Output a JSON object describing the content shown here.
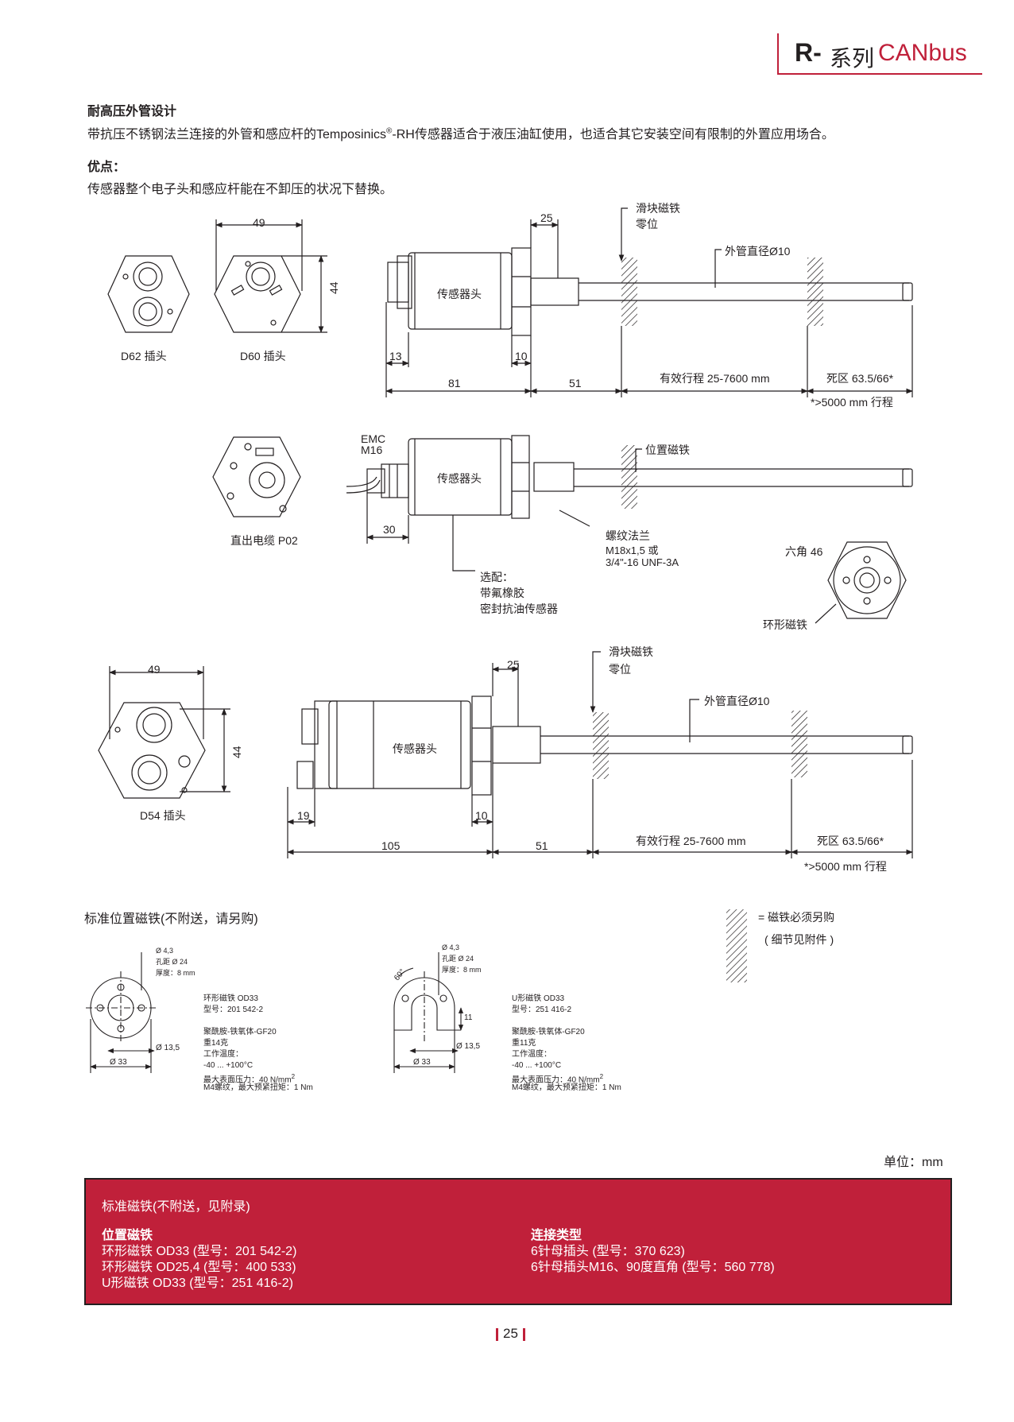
{
  "header": {
    "r": "R-",
    "series": "系列",
    "canbus": "CANbus"
  },
  "section1": {
    "title": "耐高压外管设计",
    "desc_pre": "带抗压不锈钢法兰连接的外管和感应杆的Temposinics",
    "desc_sup": "®",
    "desc_post": "-RH传感器适合于液压油缸使用，也适合其它安装空间有限制的外置应用场合。"
  },
  "section2": {
    "title": "优点：",
    "desc": "传感器整个电子头和感应杆能在不卸压的状况下替换。"
  },
  "drawing1": {
    "dim_49": "49",
    "dim_44": "44",
    "d62": "D62 插头",
    "d60": "D60 插头",
    "dim_25": "25",
    "slider": "滑块磁铁",
    "zero": "零位",
    "head": "传感器头",
    "tube": "外管直径Ø10",
    "dim_13": "13",
    "dim_10": "10",
    "dim_81": "81",
    "dim_51": "51",
    "stroke": "有效行程 25-7600 mm",
    "dead": "死区 63.5/66*",
    "note": "*>5000 mm 行程"
  },
  "drawing2": {
    "emc": "EMC",
    "m16": "M16",
    "head": "传感器头",
    "pos_magnet": "位置磁铁",
    "dim_30": "30",
    "cable": "直出电缆 P02",
    "flange1": "螺纹法兰",
    "flange2": "M18x1,5 或",
    "flange3": "3/4\"-16 UNF-3A",
    "opt1": "选配：",
    "opt2": "带氟橡胶",
    "opt3": "密封抗油传感器",
    "hex": "六角 46",
    "ring": "环形磁铁"
  },
  "drawing3": {
    "dim_49": "49",
    "dim_44": "44",
    "d54": "D54 插头",
    "dim_25": "25",
    "slider": "滑块磁铁",
    "zero": "零位",
    "tube": "外管直径Ø10",
    "head": "传感器头",
    "dim_19": "19",
    "dim_10": "10",
    "dim_105": "105",
    "dim_51": "51",
    "stroke": "有效行程 25-7600 mm",
    "dead": "死区 63.5/66*",
    "note": "*>5000 mm 行程"
  },
  "std_magnets": {
    "title": "标准位置磁铁(不附送，请另购)",
    "legend1": "= 磁铁必须另购",
    "legend2": "( 细节见附件 )",
    "ring": {
      "d43": "Ø 4,3",
      "pitch": "孔距 Ø 24",
      "thick": "厚度：8 mm",
      "d135": "Ø 13,5",
      "d33": "Ø 33",
      "l1": "环形磁铁 OD33",
      "l2": "型号：201 542-2",
      "l3": "聚酰胺-铁氧体-GF20",
      "l4": "重14克",
      "l5": "工作温度：",
      "l6": "-40 ... +100°C",
      "l7": "最大表面压力：40 N/mm",
      "l7sup": "2",
      "l8": "M4螺纹，最大预紧扭矩：1 Nm"
    },
    "u": {
      "d43": "Ø 4,3",
      "pitch": "孔距 Ø 24",
      "thick": "厚度：8 mm",
      "angle": "60°",
      "d11": "11",
      "d135": "Ø 13,5",
      "d33": "Ø 33",
      "l1": "U形磁铁 OD33",
      "l2": "型号：251 416-2",
      "l3": "聚酰胺-铁氧体-GF20",
      "l4": "重11克",
      "l5": "工作温度：",
      "l6": "-40 ... +100°C",
      "l7": "最大表面压力：40 N/mm",
      "l7sup": "2",
      "l8": "M4螺纹，最大预紧扭矩：1 Nm"
    }
  },
  "unit": "单位：mm",
  "redbox": {
    "title": "标准磁铁(不附送，见附录)",
    "left_title": "位置磁铁",
    "left": [
      "环形磁铁 OD33 (型号：201 542-2)",
      "环形磁铁 OD25,4 (型号：400 533)",
      "U形磁铁 OD33 (型号：251 416-2)"
    ],
    "right_title": "连接类型",
    "right": [
      "6针母插头 (型号：370 623)",
      "6针母插头M16、90度直角 (型号：560 778)"
    ]
  },
  "page_number": "25",
  "colors": {
    "accent": "#c0203a",
    "text": "#231f20"
  }
}
